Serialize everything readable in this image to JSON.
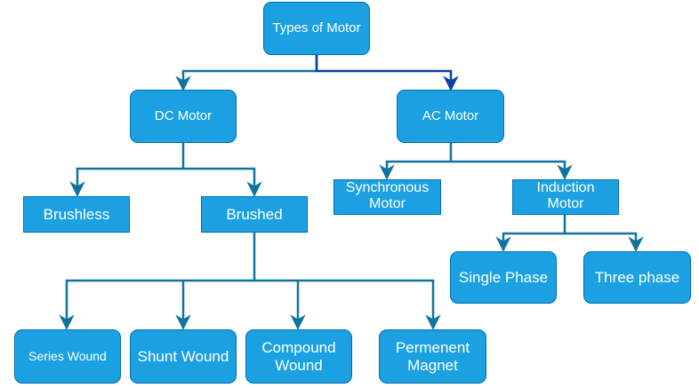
{
  "colors": {
    "node_fill": "#1ba1e2",
    "node_border": "#006eaf",
    "edge": "#10739e",
    "edge_accent": "#0a3fa8",
    "text": "#ffffff"
  },
  "nodes": {
    "types_of_motor": "Types of Motor",
    "dc_motor": "DC Motor",
    "ac_motor": "AC Motor",
    "brushless": "Brushless",
    "brushed": "Brushed",
    "synchronous_motor": "Synchronous\nMotor",
    "induction_motor": "Induction\nMotor",
    "single_phase": "Single Phase",
    "three_phase": "Three phase",
    "series_wound": "Series Wound",
    "shunt_wound": "Shunt Wound",
    "compound_wound": "Compound\nWound",
    "permanent_magnet": "Permenent\nMagnet"
  }
}
